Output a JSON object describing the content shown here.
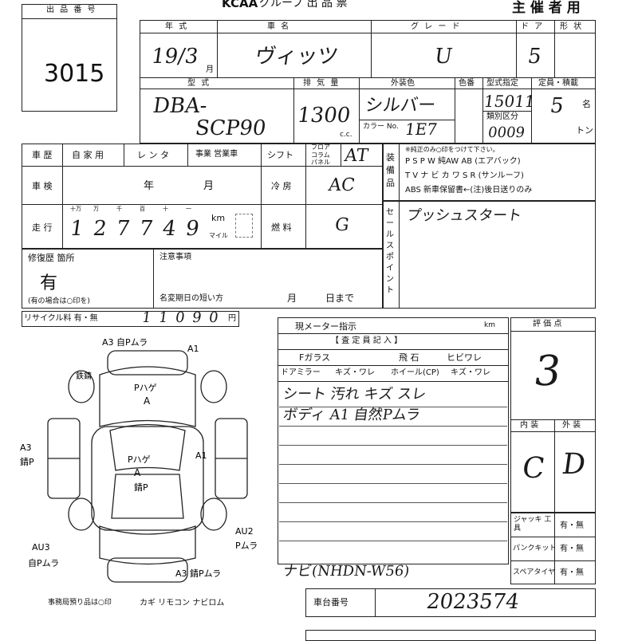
{
  "header": {
    "lot_label": "出 品 番 号",
    "lot_number": "3015",
    "brand": "KCAA",
    "group": "グループ 出 品 票",
    "organizer": "主 催 者 用"
  },
  "vehicle": {
    "year_label": "年 式",
    "year_value": "19/3",
    "month_suffix": "月",
    "name_label": "車 名",
    "name_value": "ヴィッツ",
    "grade_label": "グ レ ー ド",
    "grade_value": "U",
    "doors_label": "ド ア",
    "shape_label": "形 状",
    "doors_value": "5",
    "model_label": "型 式",
    "model_value_1": "DBA-",
    "model_value_2": "SCP90",
    "displacement_label": "排 気 量",
    "displacement_value": "1300",
    "displacement_unit": "c.c.",
    "exterior_label": "外装色",
    "exterior_value": "シルバー",
    "color_no_label": "色番",
    "color_label": "カラー No.",
    "color_value": "1E7",
    "type_spec_label": "型式指定",
    "type_spec_value": "15011",
    "class_label": "類別区分",
    "class_value": "0009",
    "capacity_label": "定員・積載",
    "capacity_value": "5",
    "capacity_unit": "名",
    "ton_unit": "トン"
  },
  "history": {
    "history_label": "車 歴",
    "history_options": "自 家 用",
    "rental_label": "レ ン タ",
    "business_label": "事業 営業車",
    "shift_label": "シフト",
    "shift_options_1": "フロア",
    "shift_options_2": "コラム",
    "shift_options_3": "パネル",
    "shift_value": "AT",
    "inspection_label": "車 検",
    "inspection_year": "年",
    "inspection_month": "月",
    "ac_label": "冷 房",
    "ac_value": "AC",
    "mileage_label": "走 行",
    "mileage_units": [
      "十万",
      "万",
      "千",
      "百",
      "十",
      "一"
    ],
    "mileage_digits": [
      "1",
      "2",
      "7",
      "7",
      "4",
      "9"
    ],
    "km_label": "km",
    "mile_label": "マイル",
    "fuel_label": "燃 料",
    "fuel_value": "G"
  },
  "equipment": {
    "label": "装 備 品",
    "note": "※純正のみ○印をつけて下さい。",
    "line1": "P S   P W   純AW   AB (エアバック)",
    "line2": "T V  ナ ビ  カ ワ  S R (サンルーフ)",
    "line3": "ABS   新車保留書←(注)後日送りのみ"
  },
  "sale_point": {
    "label": "セールスポイント",
    "value": "プッシュスタート"
  },
  "repair": {
    "label": "修復歴 箇所",
    "value": "有",
    "note": "(有の場合は○印を)",
    "notes_label": "注意事項",
    "change_label": "名変期日の短い方",
    "month_label": "月",
    "day_label": "日まで"
  },
  "recycle": {
    "label": "リサイクル料 有・無",
    "digits": [
      "1",
      "1",
      "0",
      "9",
      "0"
    ],
    "unit": "円"
  },
  "inspection": {
    "meter_label": "現メーター指示",
    "km_label": "km",
    "inspector_label": "【 査 定 員 記 入 】",
    "fglass_label": "Fガラス",
    "fglass_values": [
      "飛 石",
      "ヒビワレ"
    ],
    "mirror_label": "ドアミラー",
    "mirror_values": "キズ・ワレ",
    "wheel_label": "ホイール(CP)",
    "wheel_values": "キズ・ワレ",
    "remarks_1": "シート 汚れ キズ スレ",
    "remarks_2": "ボディ A1 自然Pムラ",
    "nav_note": "ナビ(NHDN-W56)"
  },
  "score": {
    "label": "評 価 点",
    "value": "3",
    "interior_label": "内 装",
    "exterior_label": "外 装",
    "interior_value": "C",
    "exterior_value": "D"
  },
  "extras": {
    "jack_label": "ジャッキ 工 具",
    "jack_value": "有・無",
    "puncture_label": "パンクキット",
    "puncture_value": "有・無",
    "spare_label": "スペアタイヤ",
    "spare_value": "有・無"
  },
  "chassis": {
    "label": "車台番号",
    "value": "2023574"
  },
  "diagram": {
    "top_1": "A3 自Pムラ",
    "top_2": "A1",
    "left_1": "鉄錆",
    "body_1": "Pハゲ",
    "body_2": "A",
    "left_2": "A3",
    "left_3": "錆P",
    "door_1": "Pハゲ",
    "door_2": "A",
    "door_3": "錆P",
    "right_1": "A1",
    "rear_r_1": "AU2",
    "rear_r_2": "Pムラ",
    "rear_l_1": "AU3",
    "rear_l_2": "自Pムラ",
    "rear_3": "A3 錆Pムラ"
  },
  "footer": {
    "keys_label": "事務局預り品は○印",
    "keys_items": "カギ  リモコン  ナビロム"
  }
}
